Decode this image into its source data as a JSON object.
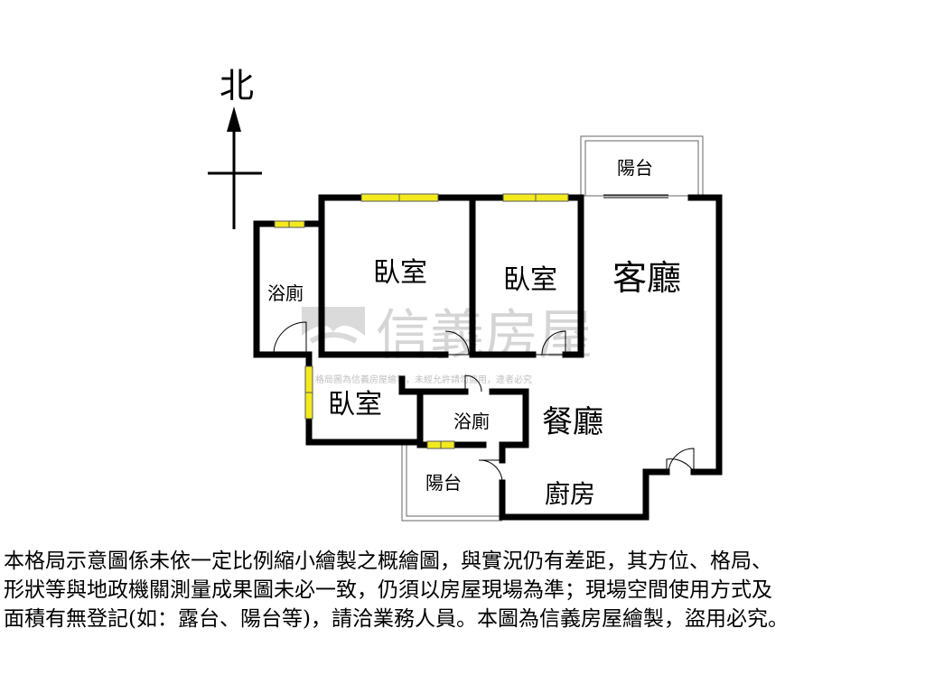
{
  "compass": {
    "label": "北"
  },
  "rooms": {
    "bedroom_1": "臥室",
    "bedroom_2": "臥室",
    "bedroom_3": "臥室",
    "bathroom_1": "浴廁",
    "bathroom_2": "浴廁",
    "living_room": "客廳",
    "dining_room": "餐廳",
    "kitchen": "廚房",
    "balcony_north": "陽台",
    "balcony_south": "陽台"
  },
  "watermark": {
    "brand": "信義房屋",
    "notice": "格局圖為信義房屋繪製，未經允許請勿盜用，違者必究"
  },
  "disclaimer": {
    "line1": "本格局示意圖係未依一定比例縮小繪製之概繪圖，與實況仍有差距，其方位、格局、",
    "line2": "形狀等與地政機關測量成果圖未必一致，仍須以房屋現場為準；現場空間使用方式及",
    "line3": "面積有無登記(如：露台、陽台等)，請洽業務人員。本圖為信義房屋繪製，盜用必究。"
  },
  "colors": {
    "wall": "#000000",
    "window_fill": "#f2ea1e",
    "window_stroke": "#555555",
    "watermark": "#c8c8c8",
    "balcony_line": "#888888"
  }
}
